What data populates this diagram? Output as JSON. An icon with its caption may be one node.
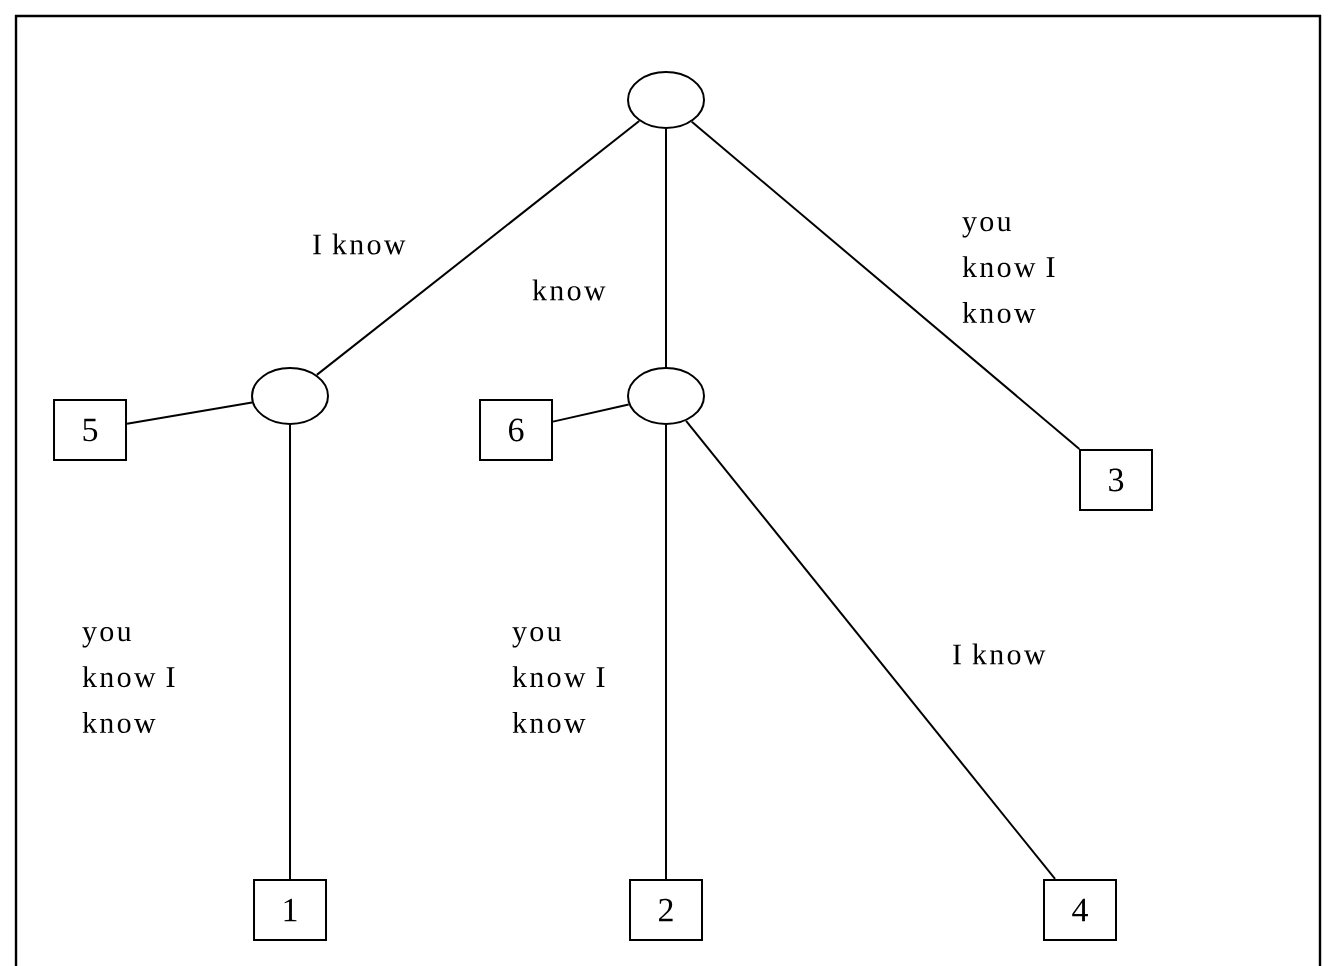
{
  "diagram": {
    "nodes": [
      {
        "text": [],
        "shape": "circle"
      },
      {
        "text": [],
        "shape": "circle"
      },
      {
        "text": [],
        "shape": "circle"
      },
      {
        "text": [
          "5"
        ]
      },
      {
        "text": [
          "6"
        ]
      },
      {
        "text": [
          "3"
        ]
      },
      {
        "text": [
          "1"
        ]
      },
      {
        "text": [
          "2"
        ]
      },
      {
        "text": [
          "4"
        ]
      }
    ],
    "edges": [
      {
        "from": 0,
        "to": 1,
        "arrow": "none",
        "label": "I know"
      },
      {
        "from": 0,
        "to": 2,
        "arrow": "none",
        "label": "know"
      },
      {
        "from": 0,
        "to": 5,
        "arrow": "none",
        "label": "you know I know"
      },
      {
        "from": 1,
        "to": 3,
        "arrow": "none"
      },
      {
        "from": 1,
        "to": 6,
        "arrow": "none",
        "label": "you know I know"
      },
      {
        "from": 2,
        "to": 4,
        "arrow": "none"
      },
      {
        "from": 2,
        "to": 7,
        "arrow": "none",
        "label": "you know I know"
      },
      {
        "from": 2,
        "to": 8,
        "arrow": "none",
        "label": "I know"
      }
    ]
  }
}
